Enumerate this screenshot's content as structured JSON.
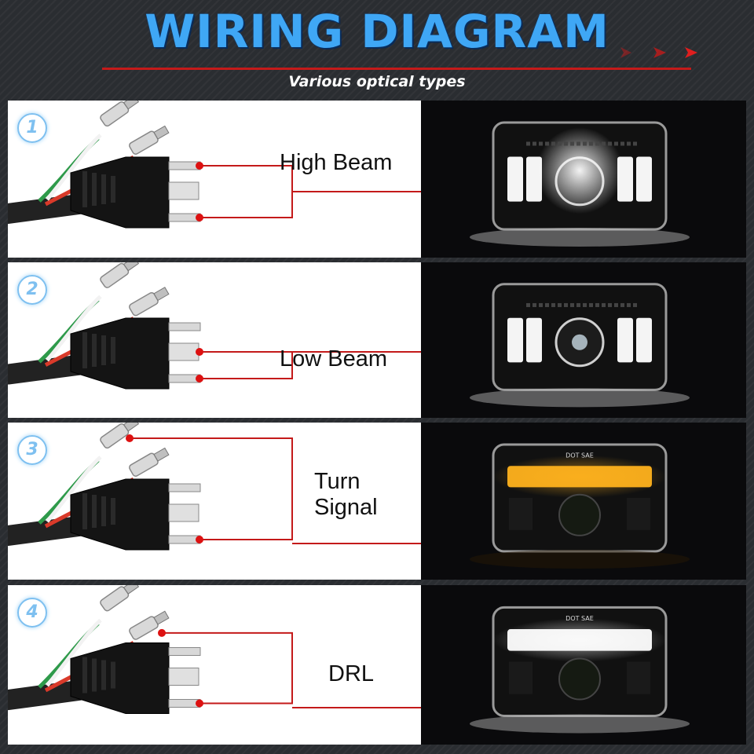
{
  "header": {
    "title": "WIRING DIAGRAM",
    "subtitle": "Various optical types",
    "accent_color": "#3fa7f5",
    "line_color": "#c41a1a"
  },
  "rows": [
    {
      "number": "1",
      "label_lines": [
        "High Beam"
      ],
      "lamp_state": "high-beam",
      "glow_color": "#ffffff"
    },
    {
      "number": "2",
      "label_lines": [
        "Low Beam"
      ],
      "lamp_state": "low-beam",
      "glow_color": "#ffffff"
    },
    {
      "number": "3",
      "label_lines": [
        "Turn",
        "Signal"
      ],
      "lamp_state": "turn-signal",
      "glow_color": "#ffb21e"
    },
    {
      "number": "4",
      "label_lines": [
        "DRL"
      ],
      "lamp_state": "drl",
      "glow_color": "#ffffff"
    }
  ],
  "lamp_marking": "DOT SAE"
}
